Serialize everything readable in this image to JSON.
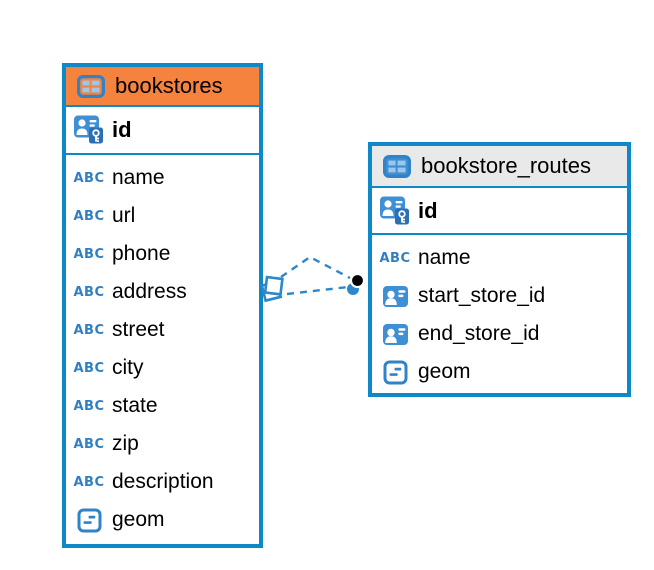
{
  "canvas": {
    "background": "#ffffff"
  },
  "colors": {
    "table_border": "#0f88c8",
    "selected_header_orange": "#f5823d",
    "header_gray": "#e9e9e9",
    "icon_blue": "#3f8fd5",
    "icon_cell_light_blue": "#9cc6ea",
    "icon_outline_blue": "#2f7fc5",
    "key_badge_blue": "#2b6fb5",
    "relationship_blue": "#2f86c8",
    "relationship_dot_black": "#000000",
    "text": "#000000"
  },
  "icons": {
    "abc_label": "ABC"
  },
  "diagram": {
    "tables": [
      {
        "name": "bookstores",
        "icon": "table-icon",
        "selected": true,
        "primary_key": {
          "name": "id",
          "icon": "primary-key-icon"
        },
        "columns": [
          {
            "name": "name",
            "icon": "text-abc-icon"
          },
          {
            "name": "url",
            "icon": "text-abc-icon"
          },
          {
            "name": "phone",
            "icon": "text-abc-icon"
          },
          {
            "name": "address",
            "icon": "text-abc-icon"
          },
          {
            "name": "street",
            "icon": "text-abc-icon"
          },
          {
            "name": "city",
            "icon": "text-abc-icon"
          },
          {
            "name": "state",
            "icon": "text-abc-icon"
          },
          {
            "name": "zip",
            "icon": "text-abc-icon"
          },
          {
            "name": "description",
            "icon": "text-abc-icon"
          },
          {
            "name": "geom",
            "icon": "geometry-icon"
          }
        ]
      },
      {
        "name": "bookstore_routes",
        "icon": "table-icon",
        "selected": false,
        "primary_key": {
          "name": "id",
          "icon": "primary-key-icon"
        },
        "columns": [
          {
            "name": "name",
            "icon": "text-abc-icon"
          },
          {
            "name": "start_store_id",
            "icon": "foreign-key-person-icon"
          },
          {
            "name": "end_store_id",
            "icon": "foreign-key-person-icon"
          },
          {
            "name": "geom",
            "icon": "geometry-icon"
          }
        ]
      }
    ],
    "relationships": {
      "style": "dashed",
      "line_color": "#2f86c8",
      "count": 2
    }
  }
}
